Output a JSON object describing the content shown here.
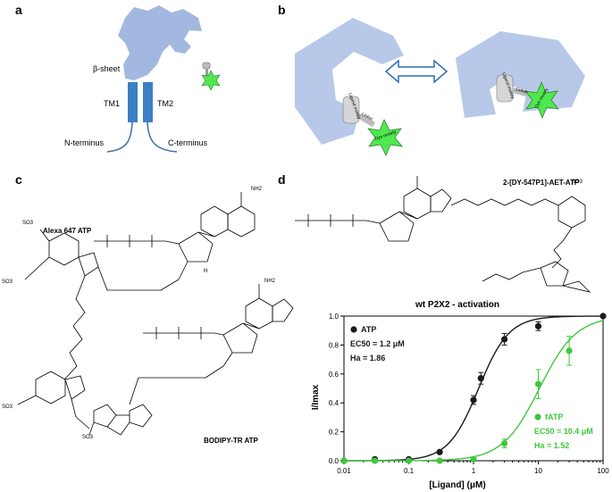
{
  "panels": {
    "a": "a",
    "b": "b",
    "c": "c",
    "d": "d"
  },
  "panel_a": {
    "beta_sheet": "β-sheet",
    "tm1": "TM1",
    "tm2": "TM2",
    "n_term": "N-terminus",
    "c_term": "C-terminus"
  },
  "panel_b": {
    "ligand_moiety": "Ligand moiety",
    "linker": "Linker",
    "dye_moiety": "Dye moiety"
  },
  "panel_c": {
    "alexa": "Alexa 647 ATP",
    "bodipy": "BODIPY-TR ATP",
    "nh2": "NH2",
    "so3": "SO3",
    "h": "H"
  },
  "panel_d": {
    "compound": "2-[DY-547P1]-AET-ATP"
  },
  "colors": {
    "atp": "#1a1a1a",
    "fatp": "#3ec83e",
    "protein": "#a9bde3",
    "tm": "#3b7fc4",
    "dye": "#4ee94e"
  },
  "chart_data": {
    "type": "scatter",
    "title": "wt P2X2 - activation",
    "xlabel": "[Ligand] (μM)",
    "ylabel": "I/Imax",
    "xscale": "log",
    "xlim": [
      0.01,
      100
    ],
    "ylim": [
      0,
      1.0
    ],
    "x_ticks": [
      "0.01",
      "0.1",
      "1",
      "10",
      "100"
    ],
    "y_ticks": [
      "0.0",
      "0.2",
      "0.4",
      "0.6",
      "0.8",
      "1.0"
    ],
    "series": [
      {
        "name": "ATP",
        "color": "#1a1a1a",
        "ec50_label": "EC50 = 1.2 μM",
        "ha_label": "Ha = 1.86",
        "ec50": 1.2,
        "ha": 1.86,
        "x": [
          0.01,
          0.03,
          0.1,
          0.3,
          1,
          1.3,
          3,
          10,
          100
        ],
        "y": [
          0.0,
          0.01,
          0.01,
          0.06,
          0.42,
          0.57,
          0.84,
          0.93,
          1.0
        ],
        "err": [
          0.01,
          0.01,
          0.01,
          0.01,
          0.03,
          0.04,
          0.04,
          0.03,
          0.01
        ]
      },
      {
        "name": "fATP",
        "color": "#3ec83e",
        "ec50_label": "EC50 = 10.4 μM",
        "ha_label": "Ha = 1.52",
        "ec50": 10.4,
        "ha": 1.52,
        "x": [
          0.01,
          0.03,
          0.1,
          0.3,
          1,
          3,
          10,
          30
        ],
        "y": [
          0.0,
          0.0,
          0.0,
          0.0,
          0.01,
          0.12,
          0.53,
          0.76
        ],
        "err": [
          0.005,
          0.005,
          0.005,
          0.005,
          0.01,
          0.03,
          0.1,
          0.1
        ]
      }
    ]
  }
}
